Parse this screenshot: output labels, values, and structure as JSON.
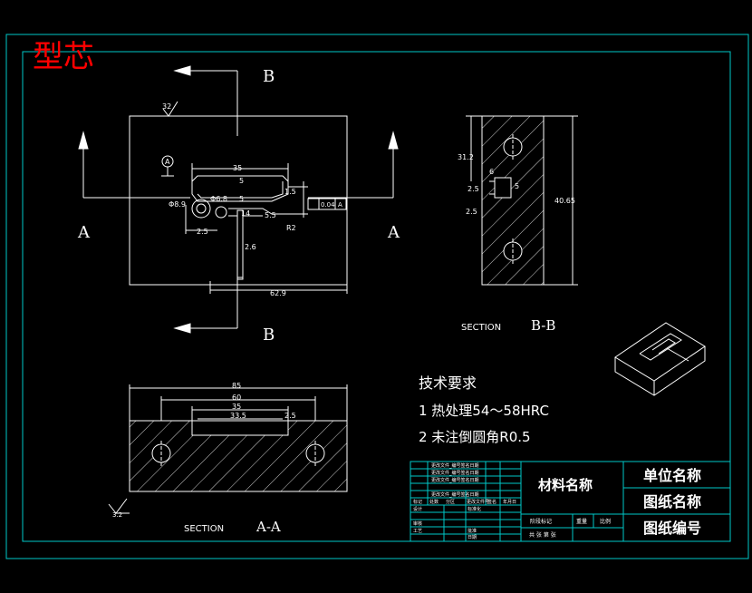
{
  "title": "型芯",
  "colors": {
    "frame": "#00c8c8",
    "line": "#ffffff",
    "hatch": "#e0e0e0",
    "title": "#ff0000",
    "bg": "#000000"
  },
  "views": {
    "section_b_label": "B",
    "section_a_label": "A",
    "section_bb": {
      "caption": "SECTION",
      "name": "B-B"
    },
    "section_aa": {
      "caption": "SECTION",
      "name": "A-A"
    }
  },
  "dims": {
    "top_view": {
      "roughness": "32",
      "datum": "A",
      "width_35": "35",
      "dia_outer": "Φ8.9",
      "dia_inner": "Φ6.8",
      "d_1_5": "1.5",
      "d_5a": "5",
      "d_5b": "5",
      "d_1_4": "14",
      "d_5_5": "5.5",
      "r2": "R2",
      "d_2_5": "2.5",
      "d_2_6": "2.6",
      "d_62_9": "62.9",
      "tol_value": "0.04",
      "tol_datum": "A"
    },
    "section_bb": {
      "d_31_2": "31.2",
      "d_6": "6",
      "d_2_5a": "2.5",
      "d_2_5b": "2.5",
      "d_5": "5",
      "d_40_65": "40.65"
    },
    "section_aa": {
      "d_85": "85",
      "d_60": "60",
      "d_35": "35",
      "d_33_5": "33.5",
      "d_2_5": "2.5",
      "roughness": "3.2"
    }
  },
  "notes": {
    "heading": "技术要求",
    "items": [
      "1 热处理54～58HRC",
      "2 未注倒圆角R0.5"
    ]
  },
  "title_block": {
    "material": "材料名称",
    "unit_name": "单位名称",
    "drawing_name": "图纸名称",
    "drawing_number": "图纸编号",
    "rev_rows": [
      "更改文件_编号签名日期",
      "更改文件_编号签名日期",
      "更改文件_编号签名日期",
      "更改文件_编号签名日期"
    ],
    "small_labels": [
      "标记",
      "处数",
      "分区",
      "更改文件号",
      "签名",
      "年月日"
    ],
    "row_design": "设计",
    "row_std": "标准化",
    "row_check": "审核",
    "row_process": "工艺",
    "row_approve": "批准",
    "stage": "阶段标记",
    "weight": "重量",
    "scale": "比例",
    "sheets": "共 张 第 张",
    "date": "日期"
  }
}
